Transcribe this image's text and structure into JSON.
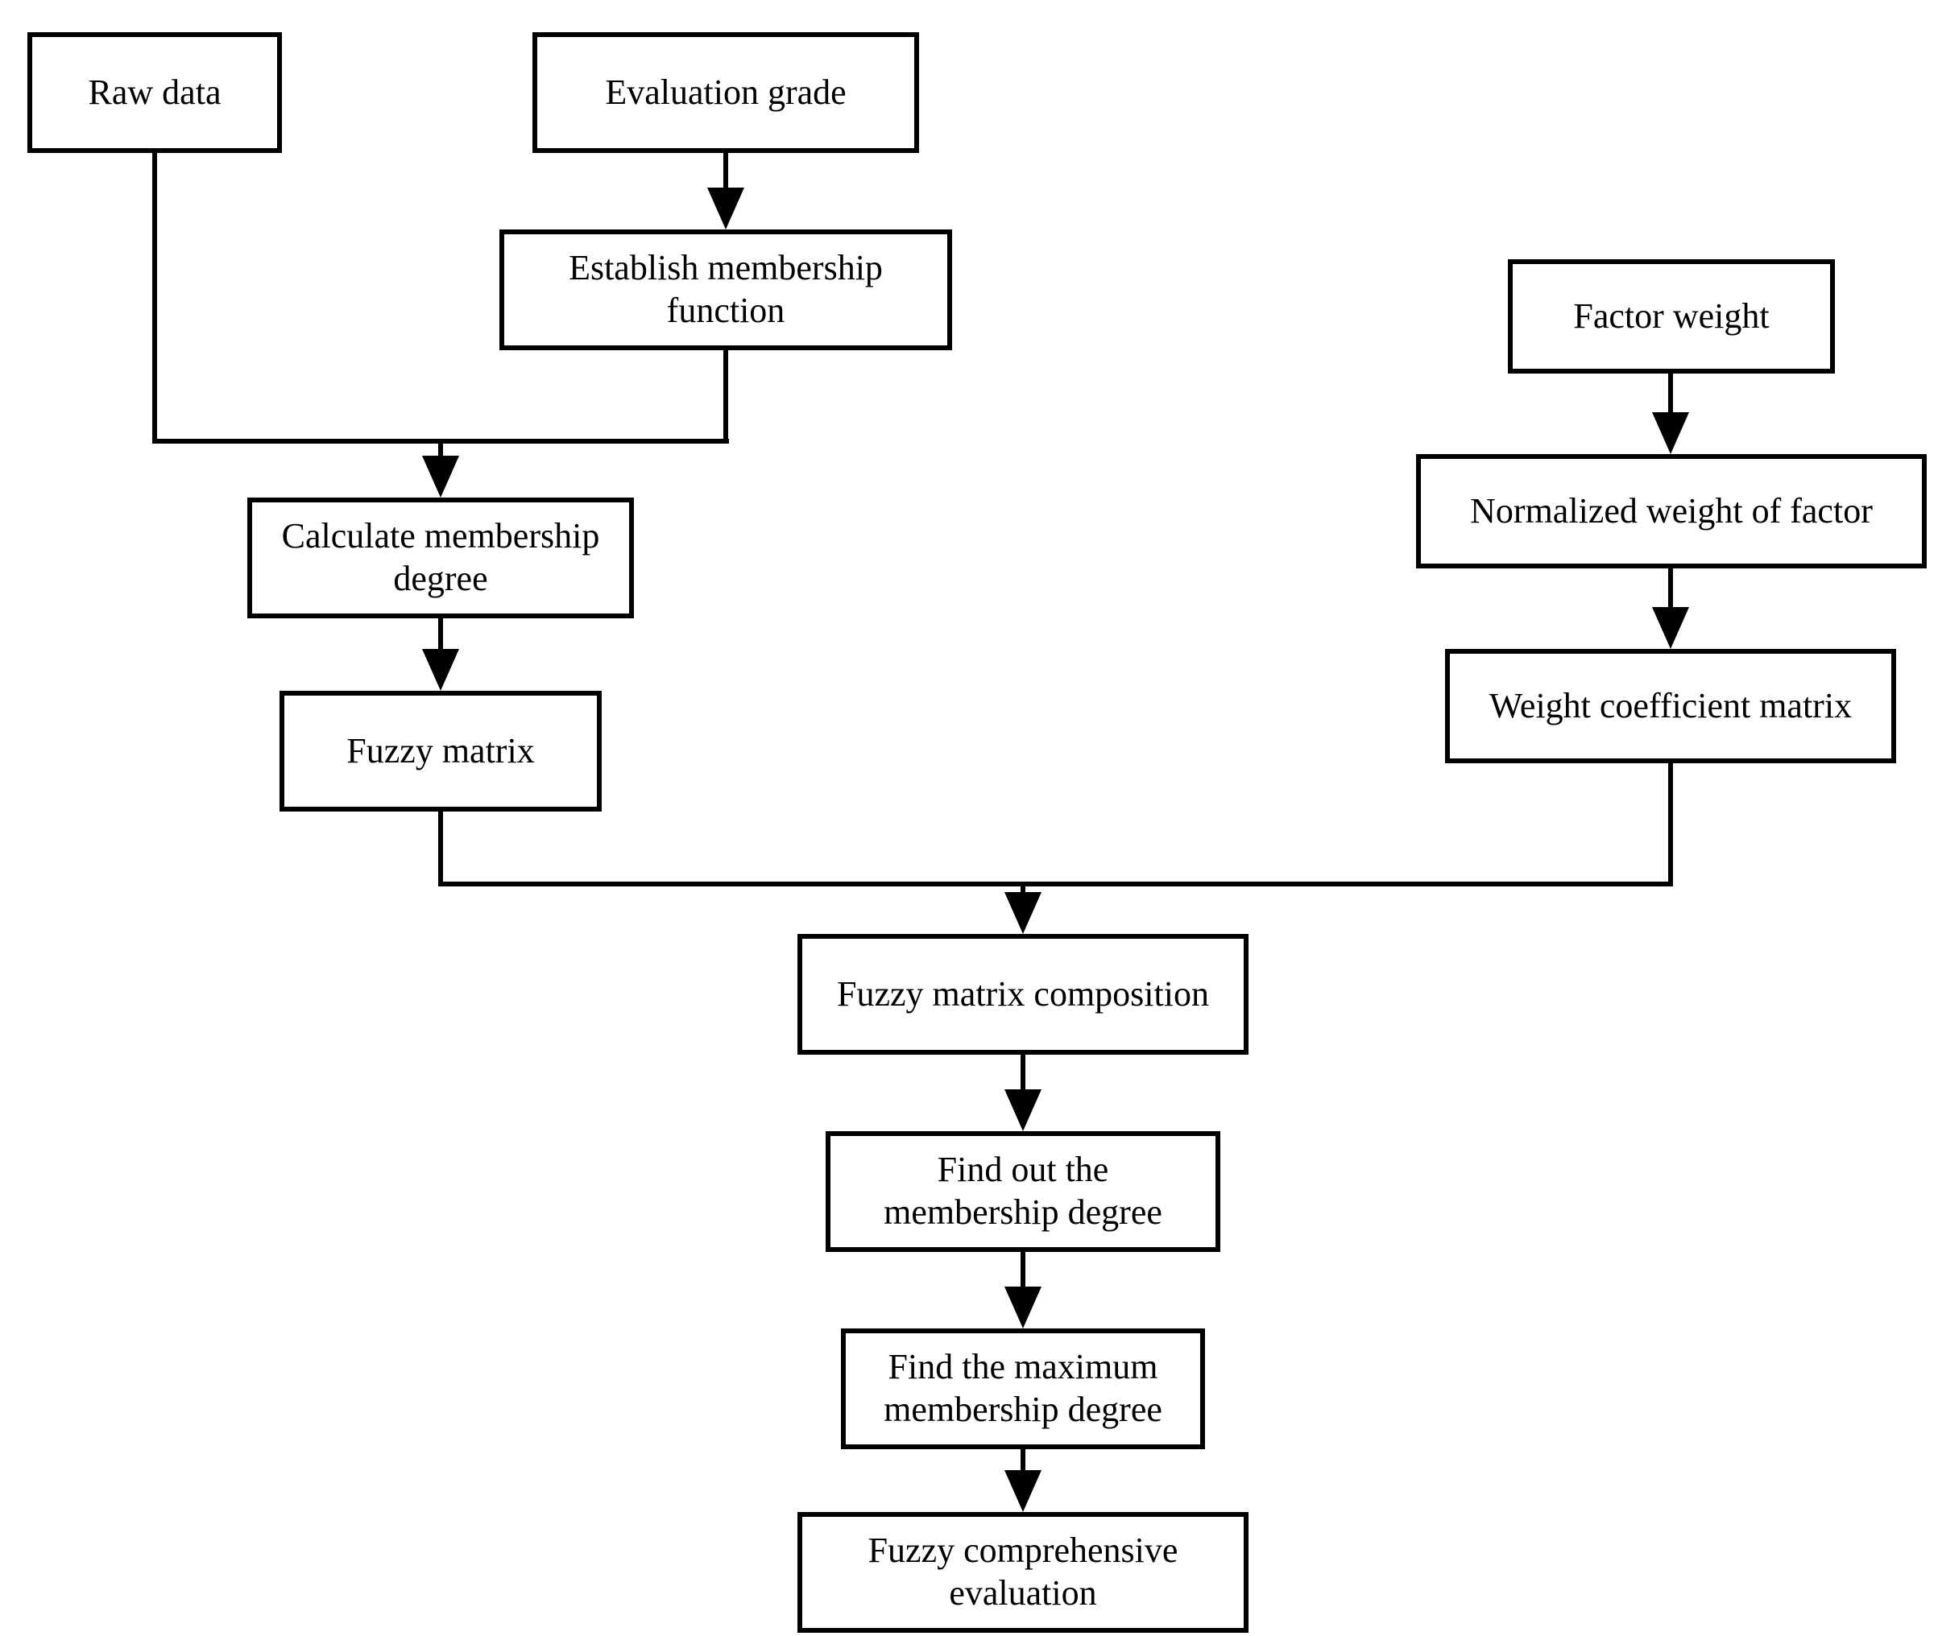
{
  "diagram": {
    "type": "flowchart",
    "colors": {
      "background": "#ffffff",
      "box_fill": "#ffffff",
      "box_border": "#000000",
      "connector": "#000000",
      "text": "#000000"
    },
    "nodes": [
      {
        "id": "raw-data",
        "lines": [
          "Raw data"
        ]
      },
      {
        "id": "evaluation-grade",
        "lines": [
          "Evaluation grade"
        ]
      },
      {
        "id": "establish-membership-function",
        "lines": [
          "Establish membership",
          "function"
        ]
      },
      {
        "id": "factor-weight",
        "lines": [
          "Factor weight"
        ]
      },
      {
        "id": "calculate-membership-degree",
        "lines": [
          "Calculate membership",
          "degree"
        ]
      },
      {
        "id": "normalized-weight-of-factor",
        "lines": [
          "Normalized weight of factor"
        ]
      },
      {
        "id": "fuzzy-matrix",
        "lines": [
          "Fuzzy matrix"
        ]
      },
      {
        "id": "weight-coefficient-matrix",
        "lines": [
          "Weight coefficient matrix"
        ]
      },
      {
        "id": "fuzzy-matrix-composition",
        "lines": [
          "Fuzzy matrix composition"
        ]
      },
      {
        "id": "find-out-the-membership-degree",
        "lines": [
          "Find out the",
          "membership degree"
        ]
      },
      {
        "id": "find-the-maximum-membership-degree",
        "lines": [
          "Find the maximum",
          "membership degree"
        ]
      },
      {
        "id": "fuzzy-comprehensive-evaluation",
        "lines": [
          "Fuzzy comprehensive",
          "evaluation"
        ]
      }
    ],
    "edges": [
      {
        "from": "evaluation-grade",
        "to": "establish-membership-function"
      },
      {
        "from": "raw-data",
        "to": "calculate-membership-degree"
      },
      {
        "from": "establish-membership-function",
        "to": "calculate-membership-degree"
      },
      {
        "from": "calculate-membership-degree",
        "to": "fuzzy-matrix"
      },
      {
        "from": "factor-weight",
        "to": "normalized-weight-of-factor"
      },
      {
        "from": "normalized-weight-of-factor",
        "to": "weight-coefficient-matrix"
      },
      {
        "from": "fuzzy-matrix",
        "to": "fuzzy-matrix-composition"
      },
      {
        "from": "weight-coefficient-matrix",
        "to": "fuzzy-matrix-composition"
      },
      {
        "from": "fuzzy-matrix-composition",
        "to": "find-out-the-membership-degree"
      },
      {
        "from": "find-out-the-membership-degree",
        "to": "find-the-maximum-membership-degree"
      },
      {
        "from": "find-the-maximum-membership-degree",
        "to": "fuzzy-comprehensive-evaluation"
      }
    ]
  }
}
